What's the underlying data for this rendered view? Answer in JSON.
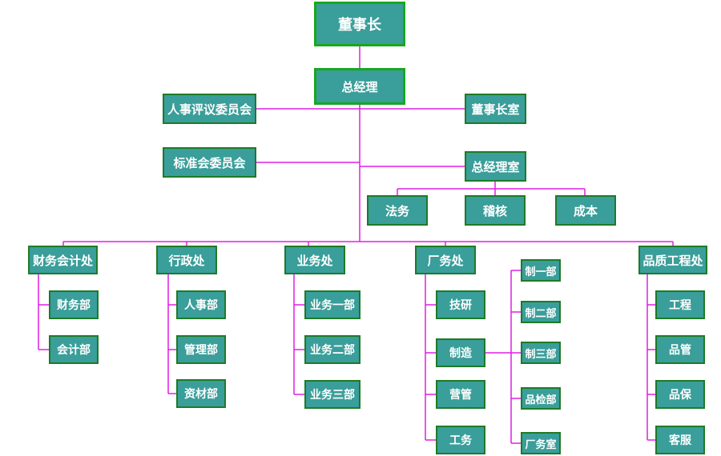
{
  "colors": {
    "box_fill": "#3a9e9a",
    "box_border": "#1f7a26",
    "connector": "#e01ee6",
    "text": "#ffffff"
  },
  "org": {
    "chairman": "董事长",
    "general_manager": "总经理",
    "hr_committee": "人事评议委员会",
    "chairman_office": "董事长室",
    "standards_committee": "标准会委员会",
    "gm_office": "总经理室",
    "legal": "法务",
    "audit": "稽核",
    "cost": "成本",
    "finance_dept": {
      "label": "财务会计处",
      "children": [
        "财务部",
        "会计部"
      ]
    },
    "admin_dept": {
      "label": "行政处",
      "children": [
        "人事部",
        "管理部",
        "资材部"
      ]
    },
    "business_dept": {
      "label": "业务处",
      "children": [
        "业务一部",
        "业务二部",
        "业务三部"
      ]
    },
    "factory_dept": {
      "label": "厂务处",
      "children": [
        "技研",
        "制造",
        "营管",
        "工务"
      ],
      "manufacturing_children": [
        "制一部",
        "制二部",
        "制三部",
        "品检部",
        "厂务室"
      ]
    },
    "quality_dept": {
      "label": "品质工程处",
      "children": [
        "工程",
        "品管",
        "品保",
        "客服"
      ]
    }
  }
}
